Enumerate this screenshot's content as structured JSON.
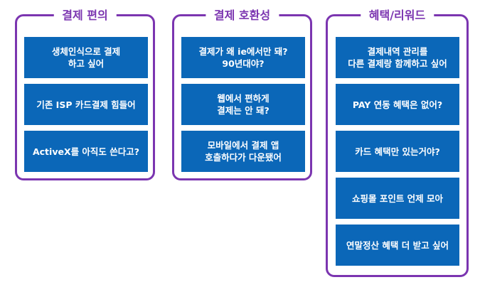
{
  "groups": [
    {
      "title": "결제 편의",
      "items": [
        "생체인식으로 결제\n하고 싶어",
        "기존 ISP 카드결제 힘들어",
        "ActiveX를 아직도 쓴다고?"
      ]
    },
    {
      "title": "결제 호환성",
      "items": [
        "결제가 왜 ie에서만 돼?\n90년대야?",
        "웹에서 편하게\n결제는 안 돼?",
        "모바일에서 결제 앱\n호출하다가 다운됐어"
      ]
    },
    {
      "title": "혜택/리워드",
      "items": [
        "결제내역 관리를\n다른 결제랑 함께하고 싶어",
        "PAY 연동 혜택은 없어?",
        "카드 혜택만 있는거야?",
        "쇼핑몰 포인트 언제 모아",
        "연말정산 혜택 더 받고 싶어"
      ]
    }
  ],
  "colors": {
    "border": "#7b35b0",
    "card": "#0b67b8",
    "text": "#ffffff"
  }
}
